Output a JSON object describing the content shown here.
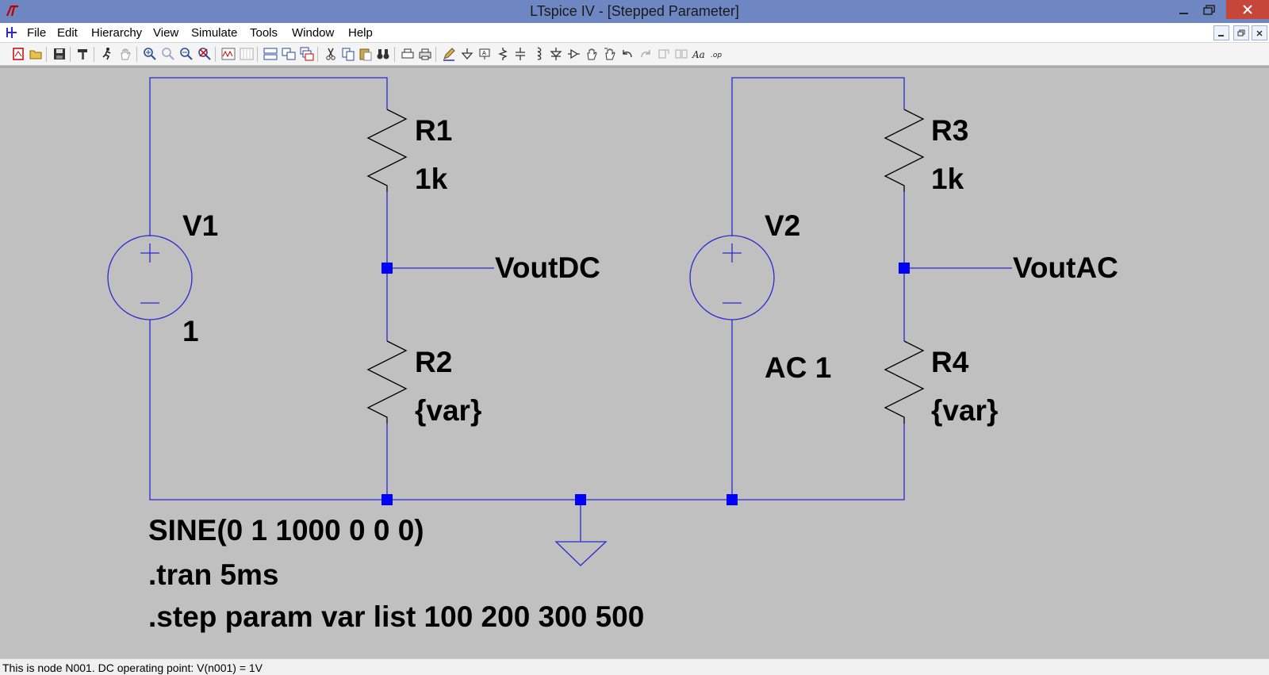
{
  "window": {
    "title": "LTspice IV - [Stepped Parameter]"
  },
  "menu": {
    "items": [
      "File",
      "Edit",
      "Hierarchy",
      "View",
      "Simulate",
      "Tools",
      "Window",
      "Help"
    ]
  },
  "schematic": {
    "components": {
      "r1": {
        "name": "R1",
        "value": "1k"
      },
      "r2": {
        "name": "R2",
        "value": "{var}"
      },
      "r3": {
        "name": "R3",
        "value": "1k"
      },
      "r4": {
        "name": "R4",
        "value": "{var}"
      },
      "v1": {
        "name": "V1",
        "value": "1"
      },
      "v2": {
        "name": "V2",
        "value": "AC 1"
      }
    },
    "net_labels": {
      "left": "VoutDC",
      "right": "VoutAC"
    },
    "directives": {
      "line1": "SINE(0 1 1000 0 0 0)",
      "line2": ".tran 5ms",
      "line3": ".step param var list 100 200 300 500"
    },
    "wire_color": "#2a2ad0",
    "junction_color": "#0000ff",
    "background_color": "#c0c0c0"
  },
  "status": {
    "text": "This is node N001.  DC operating point: V(n001) = 1V"
  }
}
